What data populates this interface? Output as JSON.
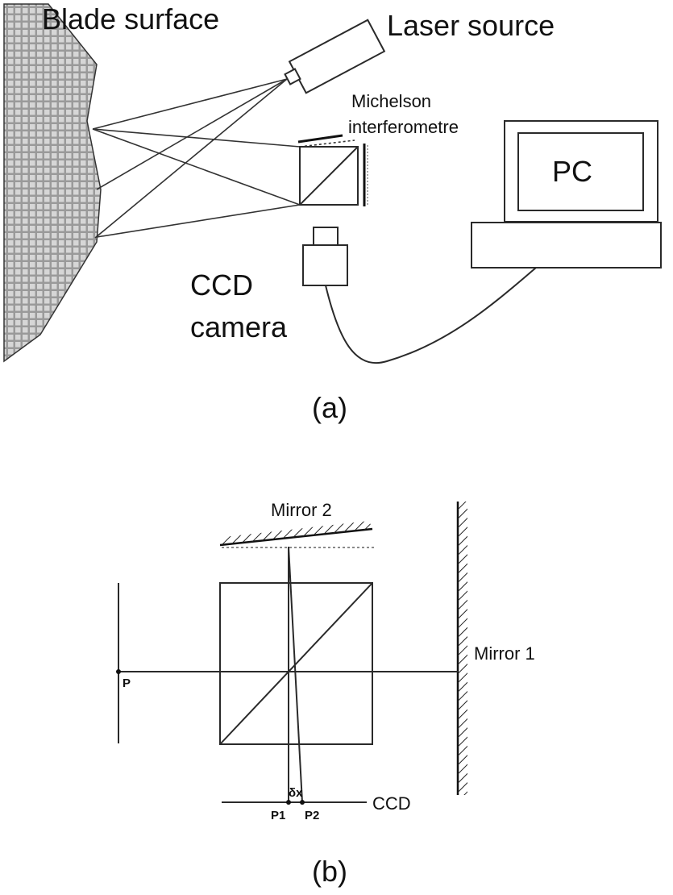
{
  "panel_a": {
    "caption": "(a)",
    "blade_label": "Blade surface",
    "laser_label": "Laser source",
    "michelson_label_line1": "Michelson",
    "michelson_label_line2": "interferometre",
    "pc_label": "PC",
    "ccd_label_line1": "CCD",
    "ccd_label_line2": "camera"
  },
  "panel_b": {
    "caption": "(b)",
    "mirror2_label": "Mirror 2",
    "mirror1_label": "Mirror 1",
    "p_label": "P",
    "dx_label": "δx",
    "p1_label": "P1",
    "p2_label": "P2",
    "ccd_label": "CCD"
  }
}
